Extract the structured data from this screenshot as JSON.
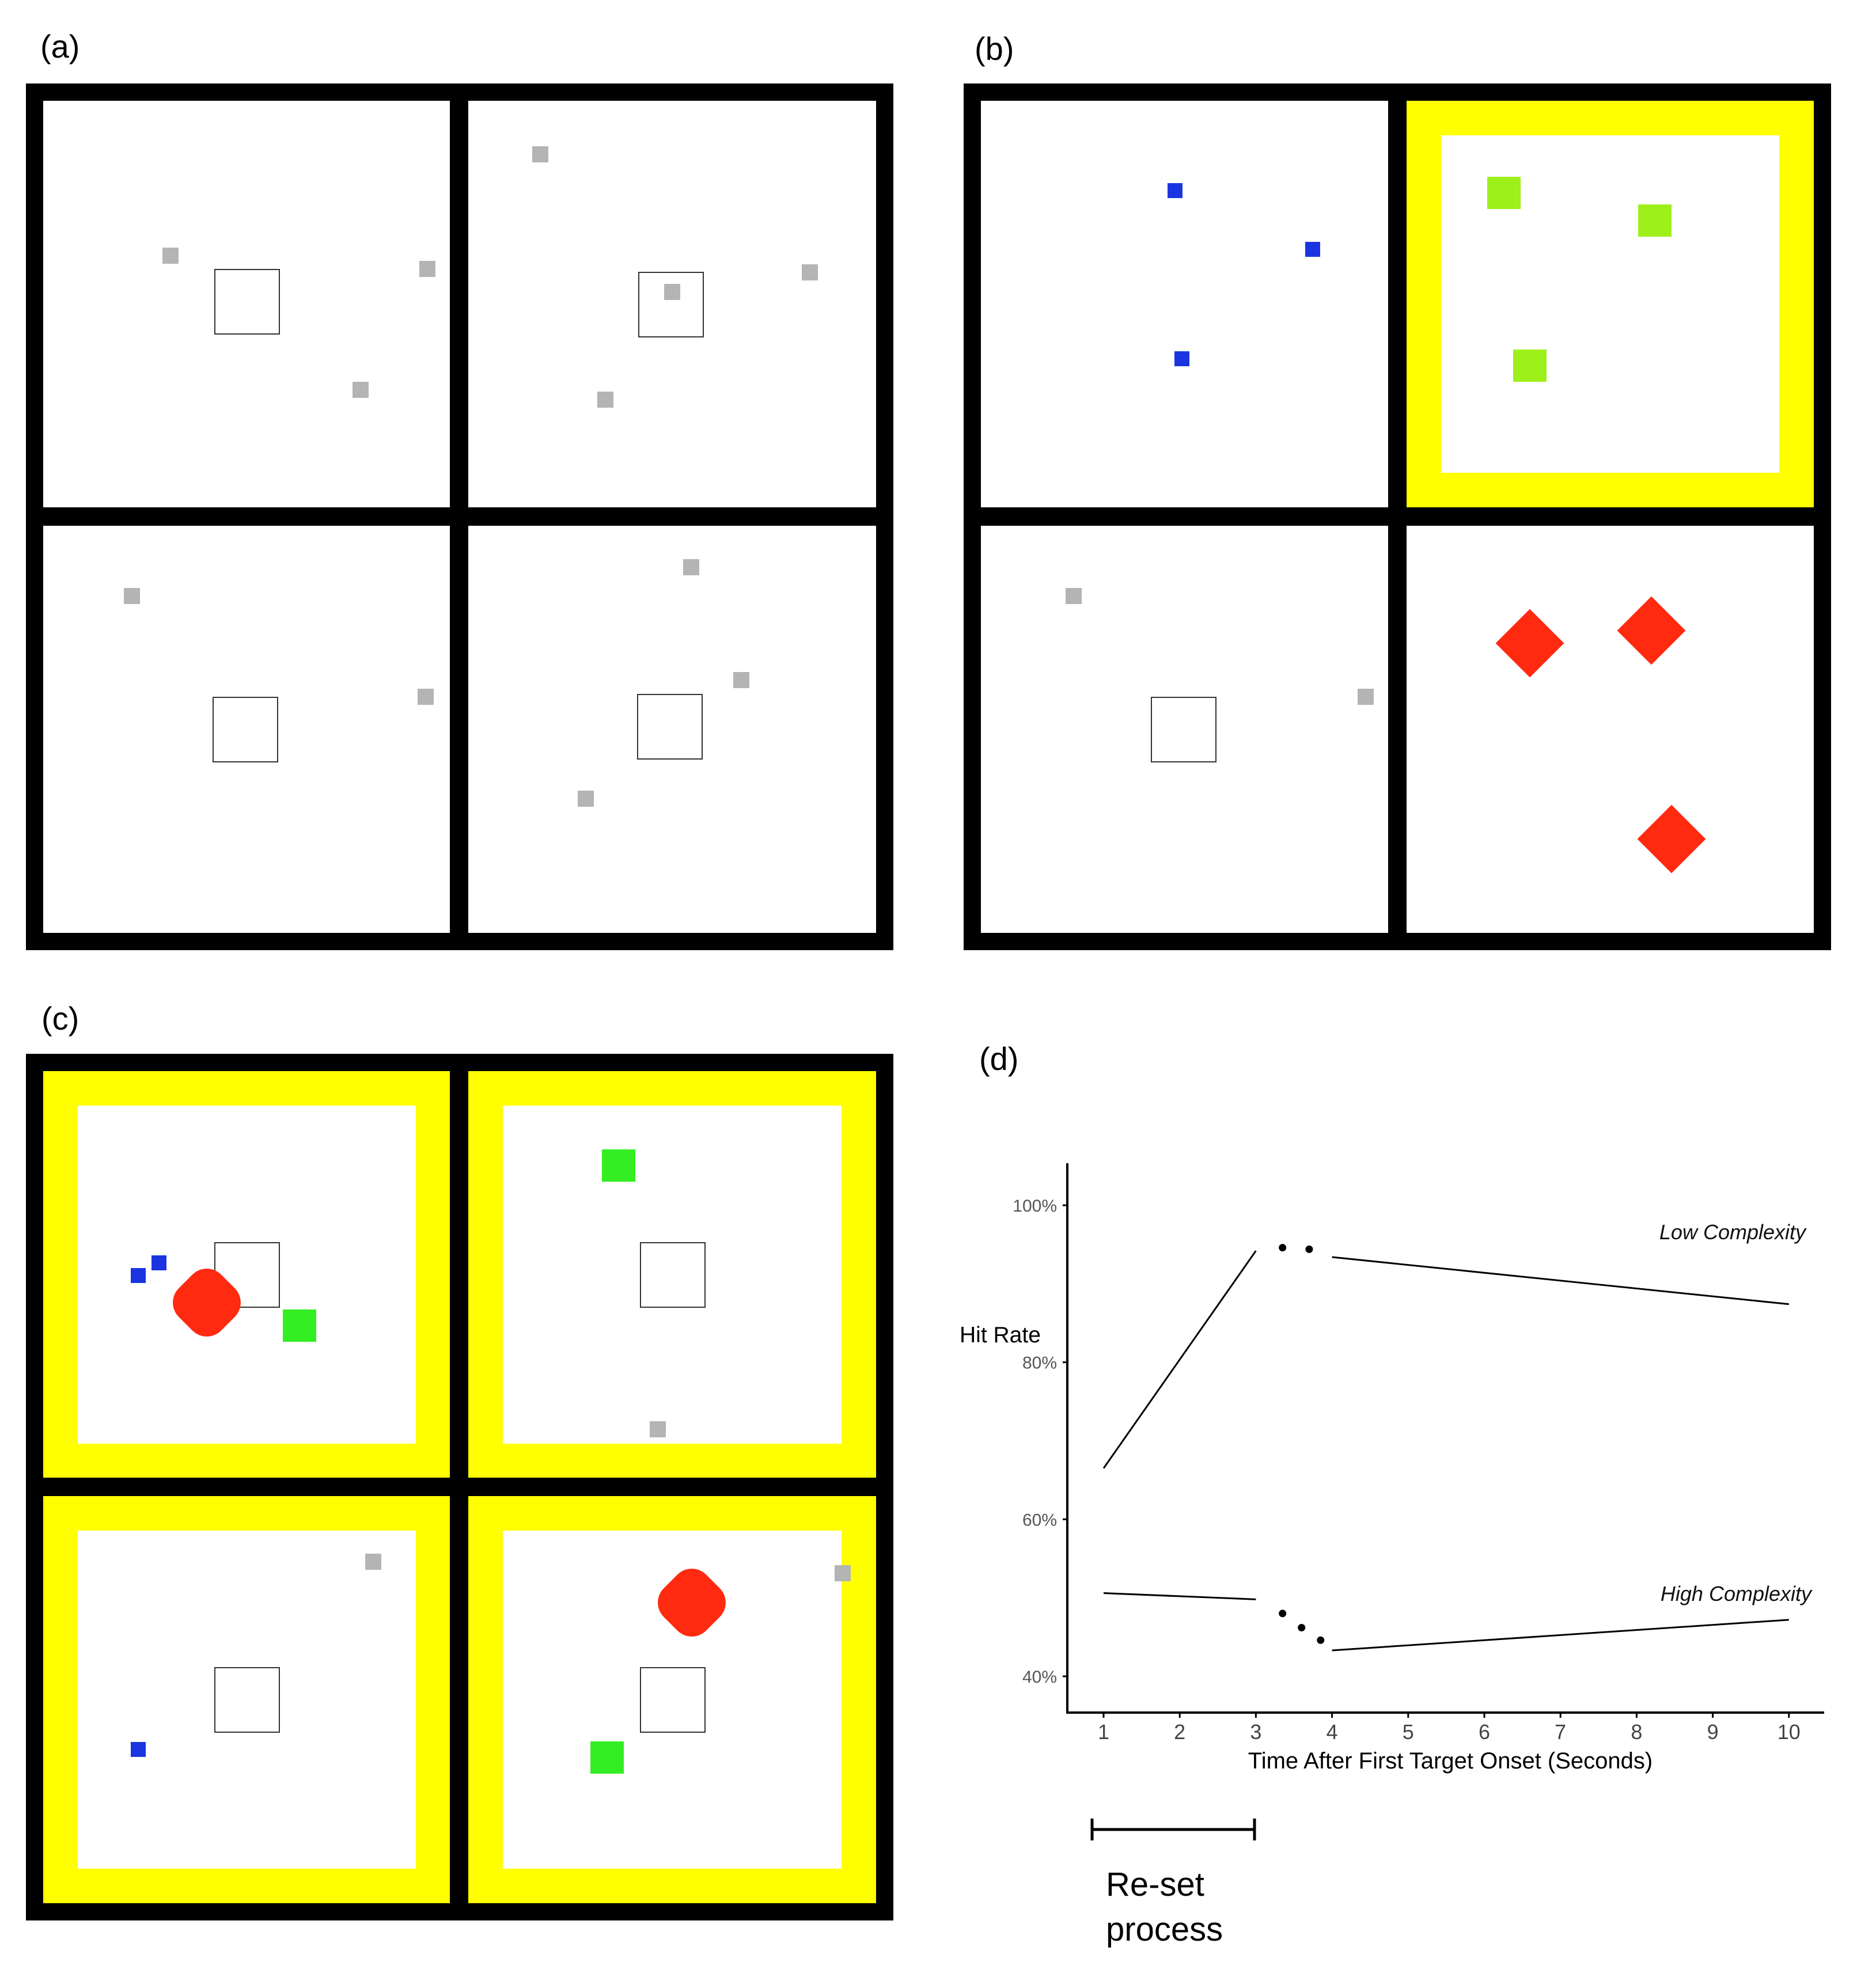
{
  "panel_labels": {
    "a": "(a)",
    "b": "(b)",
    "c": "(c)",
    "d": "(d)"
  },
  "colors": {
    "frame": "#000000",
    "background": "#ffffff",
    "highlight_border": "#ffff00",
    "distractor": "#b4b4b4",
    "blue_target": "#1a35e0",
    "green_target": "#9ef01a",
    "red_target": "#ff2a10"
  },
  "chart_data": {
    "type": "line",
    "xlabel": "Time After First Target Onset (Seconds)",
    "ylabel": "Hit Rate",
    "xticks": [
      "1",
      "2",
      "3",
      "4",
      "5",
      "6",
      "7",
      "8",
      "9",
      "10"
    ],
    "yticks": [
      "40%",
      "60%",
      "80%",
      "100%"
    ],
    "xlim": [
      0.5,
      10.5
    ],
    "ylim": [
      35,
      105
    ],
    "series": [
      {
        "name": "Low Complexity",
        "segments": [
          [
            [
              1,
              66.5
            ],
            [
              3,
              94.2
            ]
          ],
          [
            [
              4,
              93.4
            ],
            [
              10,
              87.4
            ]
          ]
        ],
        "dots": [
          [
            3.35,
            94.6
          ],
          [
            3.7,
            94.4
          ]
        ]
      },
      {
        "name": "High Complexity",
        "segments": [
          [
            [
              1,
              50.6
            ],
            [
              3,
              49.8
            ]
          ],
          [
            [
              4,
              43.3
            ],
            [
              10,
              47.2
            ]
          ]
        ],
        "dots": [
          [
            3.35,
            48.0
          ],
          [
            3.6,
            46.2
          ],
          [
            3.85,
            44.6
          ]
        ]
      }
    ],
    "annotation": {
      "label": "Re-set process",
      "x_range": [
        1,
        3
      ]
    }
  }
}
